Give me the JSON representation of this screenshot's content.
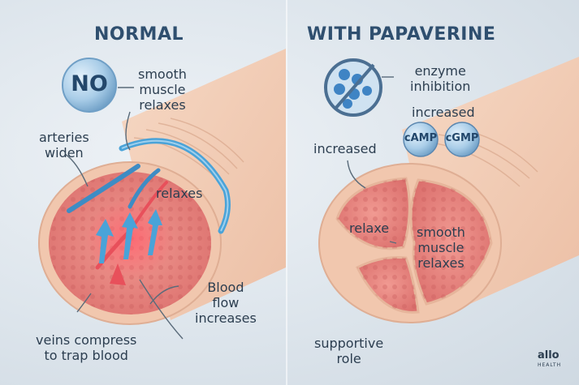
{
  "normal": {
    "title": "NORMAL",
    "no_badge": "NO",
    "smooth_muscle": [
      "smooth",
      "muscle",
      "relaxes"
    ],
    "arteries": [
      "arteries",
      "widen"
    ],
    "relaxes": "relaxes",
    "blood_flow": [
      "Blood",
      "flow",
      "increases"
    ],
    "veins": [
      "veins compress",
      "to trap blood"
    ]
  },
  "papaverine": {
    "title": "WITH PAPAVERINE",
    "enzyme": [
      "enzyme",
      "inhibition"
    ],
    "increased_top": "increased",
    "camp": "cAMP",
    "cgmp": "cGMP",
    "increased_left": "increased",
    "relaxe": "relaxe",
    "smooth_muscle": [
      "smooth",
      "muscle",
      "relaxes"
    ],
    "supportive": [
      "supportive",
      "role"
    ]
  },
  "logo": {
    "name": "allo",
    "sub": "HEALTH"
  },
  "colors": {
    "title": "#2f4f6f",
    "skin": "#f3cdb5",
    "tissue": "#e98a84",
    "artery_blue": "#4aa3d8",
    "artery_red": "#e8505b",
    "badge": "#9fc6e3"
  }
}
